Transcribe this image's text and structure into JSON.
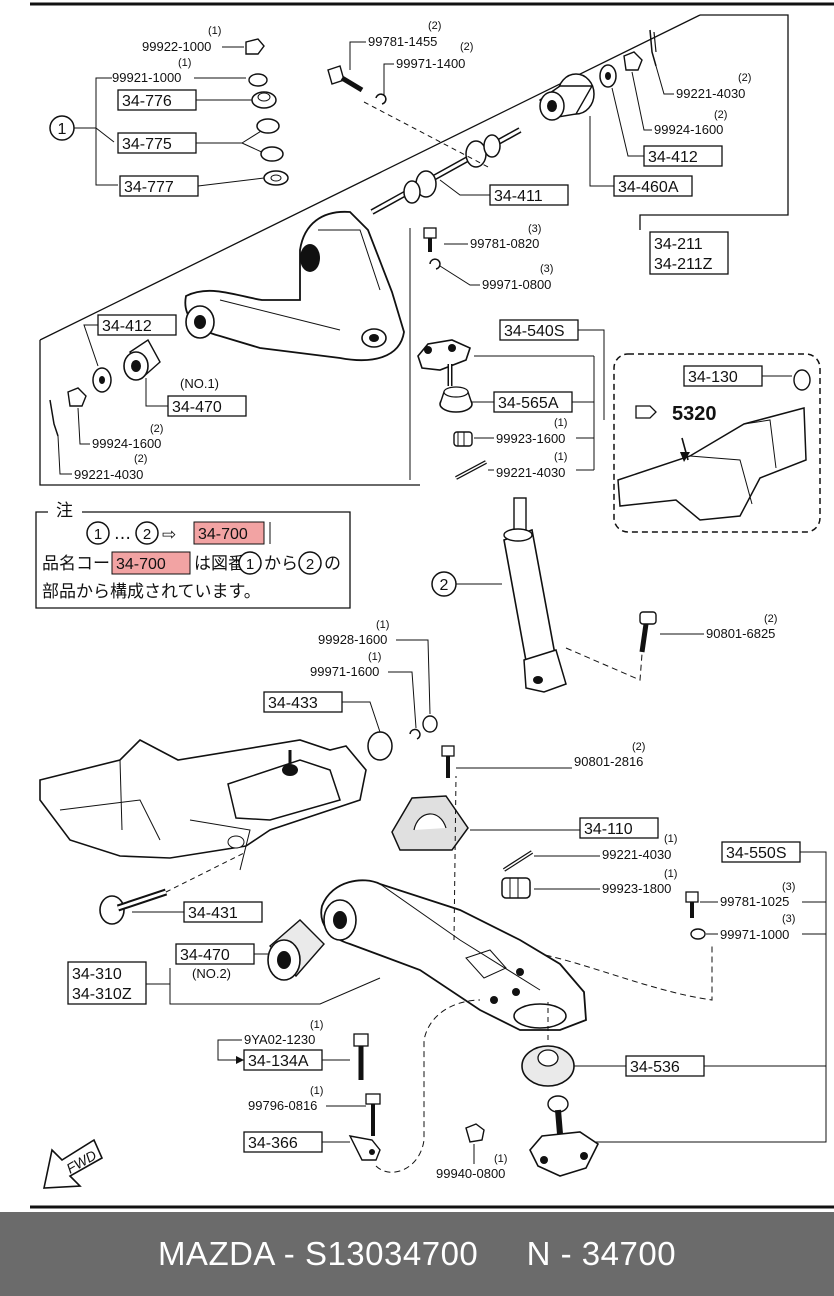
{
  "parts": {
    "p99922_1000": {
      "code": "99922-1000",
      "qty": "(1)"
    },
    "p99921_1000": {
      "code": "99921-1000",
      "qty": "(1)"
    },
    "p99781_1455": {
      "code": "99781-1455",
      "qty": "(2)"
    },
    "p99971_1400": {
      "code": "99971-1400",
      "qty": "(2)"
    },
    "p99221_4030_a": {
      "code": "99221-4030",
      "qty": "(2)"
    },
    "p99924_1600_a": {
      "code": "99924-1600",
      "qty": "(2)"
    },
    "p99781_0820": {
      "code": "99781-0820",
      "qty": "(3)"
    },
    "p99971_0800": {
      "code": "99971-0800",
      "qty": "(3)"
    },
    "p99924_1600_b": {
      "code": "99924-1600",
      "qty": "(2)"
    },
    "p99221_4030_b": {
      "code": "99221-4030",
      "qty": "(2)"
    },
    "p99923_1600": {
      "code": "99923-1600",
      "qty": "(1)"
    },
    "p99221_4030_c": {
      "code": "99221-4030",
      "qty": "(1)"
    },
    "p99928_1600": {
      "code": "99928-1600",
      "qty": "(1)"
    },
    "p99971_1600": {
      "code": "99971-1600",
      "qty": "(1)"
    },
    "p90801_6825": {
      "code": "90801-6825",
      "qty": "(2)"
    },
    "p90801_2816": {
      "code": "90801-2816",
      "qty": "(2)"
    },
    "p99221_4030_d": {
      "code": "99221-4030",
      "qty": "(1)"
    },
    "p99923_1800": {
      "code": "99923-1800",
      "qty": "(1)"
    },
    "p99781_1025": {
      "code": "99781-1025",
      "qty": "(3)"
    },
    "p99971_1000": {
      "code": "99971-1000",
      "qty": "(3)"
    },
    "p9YA02_1230": {
      "code": "9YA02-1230",
      "qty": "(1)"
    },
    "p99796_0816": {
      "code": "99796-0816",
      "qty": "(1)"
    },
    "p99940_0800": {
      "code": "99940-0800",
      "qty": "(1)"
    }
  },
  "boxes": {
    "b34_776": "34-776",
    "b34_775": "34-775",
    "b34_777": "34-777",
    "b34_412_top": "34-412",
    "b34_411": "34-411",
    "b34_460A": "34-460A",
    "b34_211": "34-211",
    "b34_211Z": "34-211Z",
    "b34_412_left": "34-412",
    "b34_470_no1": "34-470",
    "no1": "(NO.1)",
    "b34_540S": "34-540S",
    "b34_565A": "34-565A",
    "b34_130": "34-130",
    "ref5320": "5320",
    "b34_433": "34-433",
    "b34_110": "34-110",
    "b34_550S": "34-550S",
    "b34_431": "34-431",
    "b34_470_no2": "34-470",
    "no2": "(NO.2)",
    "b34_310": "34-310",
    "b34_310Z": "34-310Z",
    "b34_134A": "34-134A",
    "b34_536": "34-536",
    "b34_366": "34-366"
  },
  "callouts": {
    "c1": "1",
    "c2": "2"
  },
  "note": {
    "title": "注",
    "range_from": "1",
    "range_sep": "…",
    "range_to": "2",
    "arrow": "⇨",
    "code_a": "34-700",
    "line2_prefix": "品名コード",
    "code_b": "34-700",
    "line2_mid": "は図番",
    "line2_from": "1",
    "line2_kara": "から",
    "line2_to": "2",
    "line2_no": "の",
    "line3": "部品から構成されています。"
  },
  "fwd": "FWD",
  "footer": {
    "text": "MAZDA - S13034700     N - 34700"
  },
  "colors": {
    "highlight": "#f2a3a3",
    "footer_bg": "#6b6b6b",
    "ink": "#111111"
  }
}
